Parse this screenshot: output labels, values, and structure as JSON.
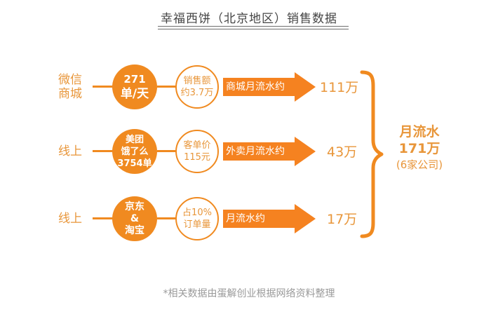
{
  "header": {
    "title": "幸福西饼（北京地区）销售数据"
  },
  "colors": {
    "accent": "#f08a20",
    "arrow": "#f58220",
    "text_orange": "#e8963a",
    "title": "#444444",
    "note": "#9a9a9a"
  },
  "rows": [
    {
      "label_line1": "微信",
      "label_line2": "商城",
      "solid_line1": "271",
      "solid_line2": "单/天",
      "solid_line3": "",
      "outline_line1": "销售额",
      "outline_line2": "约3.7万",
      "arrow_label": "商城月流水约",
      "value": "111万"
    },
    {
      "label_line1": "线上",
      "label_line2": "",
      "solid_line1": "美团",
      "solid_line2": "饿了么",
      "solid_line3": "3754单",
      "outline_line1": "客单价",
      "outline_line2": "115元",
      "arrow_label": "外卖月流水约",
      "value": "43万"
    },
    {
      "label_line1": "线上",
      "label_line2": "",
      "solid_line1": "京东",
      "solid_line2": "&",
      "solid_line3": "淘宝",
      "outline_line1": "占10%",
      "outline_line2": "订单量",
      "arrow_label": "月流水约",
      "value": "17万"
    }
  ],
  "total": {
    "line1": "月流水",
    "line2": "171万",
    "line3": "(6家公司)"
  },
  "footer": {
    "note": "*相关数据由蛋解创业根据网络资料整理"
  }
}
